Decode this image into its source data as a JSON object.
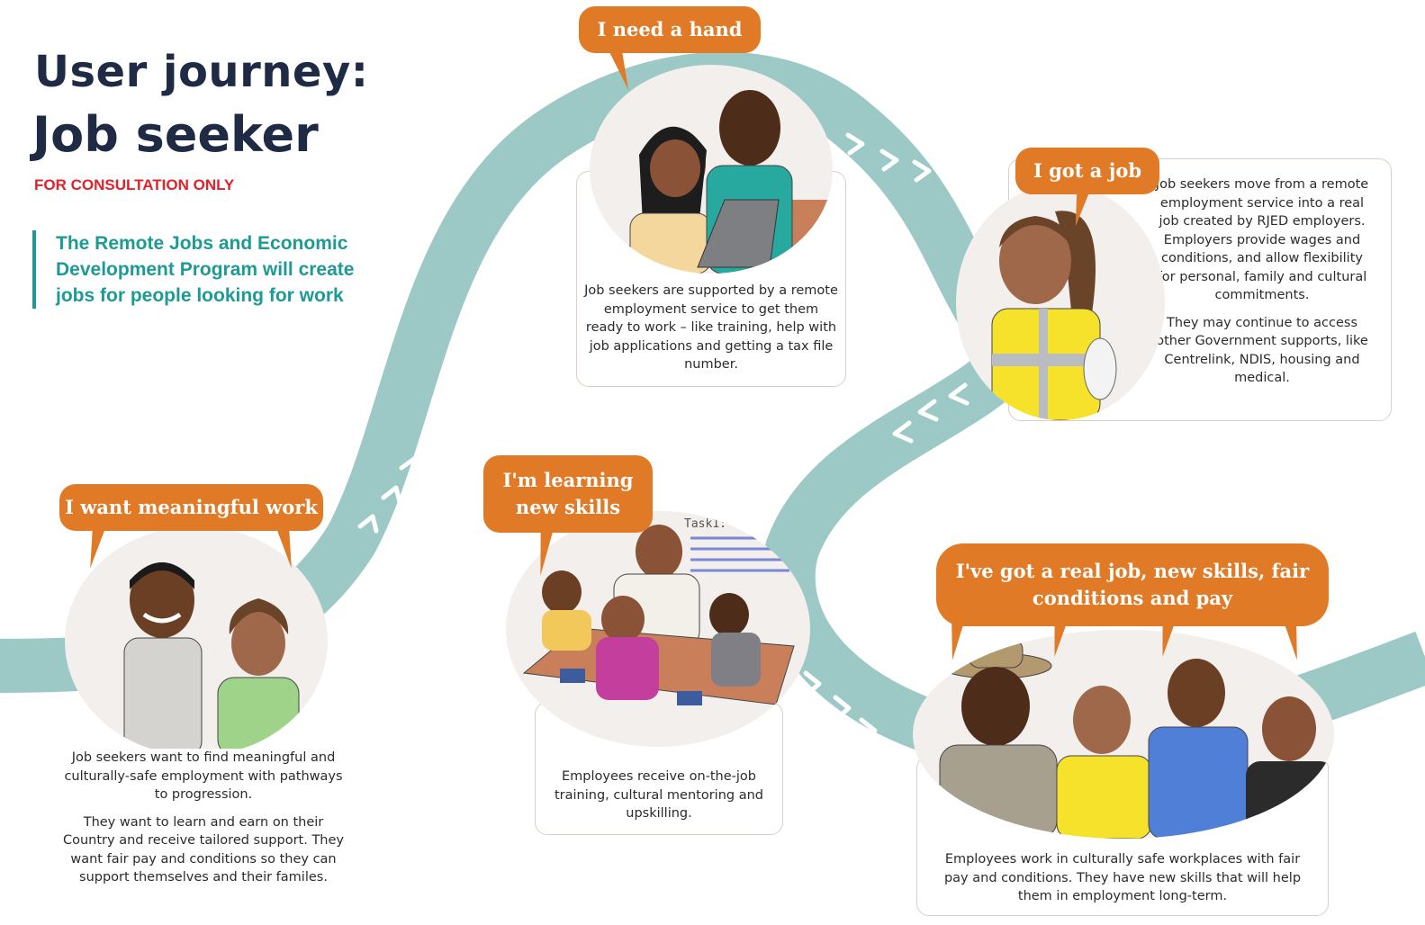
{
  "header": {
    "title_line1": "User journey:",
    "title_line2": "Job seeker",
    "consultation_tag": "FOR CONSULTATION ONLY",
    "intro": "The Remote Jobs and Economic Development Program will create jobs for people looking for work"
  },
  "colors": {
    "road": "#9cc9c5",
    "road_arrows": "#ffffff",
    "bubble": "#e07a26",
    "title": "#1f2a44",
    "accent_teal": "#1e9a94",
    "warning_red": "#e4202a"
  },
  "steps": [
    {
      "speech": "I want meaningful work",
      "paragraphs": [
        "Job seekers want to find meaningful and culturally-safe employment with pathways to progression.",
        "They want to learn and earn on their Country and receive tailored support. They want fair pay and conditions so they can support themselves and their familes."
      ]
    },
    {
      "speech": "I need a hand",
      "paragraphs": [
        "Job seekers are supported by a remote employment service to get them ready to work – like training, help with job applications and getting a tax file number."
      ]
    },
    {
      "speech": "I got a job",
      "paragraphs": [
        "Job seekers move from a remote employment service into a real job created by RJED employers. Employers provide wages and conditions, and allow flexibility for personal, family and cultural commitments.",
        "They may continue to access other Government supports, like Centrelink, NDIS, housing and medical."
      ]
    },
    {
      "speech": "I'm learning new skills",
      "paragraphs": [
        "Employees receive on-the-job training, cultural mentoring and upskilling."
      ],
      "whiteboard_text": "Task1:"
    },
    {
      "speech": "I've got a real job, new skills, fair conditions and pay",
      "paragraphs": [
        "Employees work in culturally safe workplaces with fair pay and conditions. They have new skills that will help them in employment long-term."
      ]
    }
  ]
}
